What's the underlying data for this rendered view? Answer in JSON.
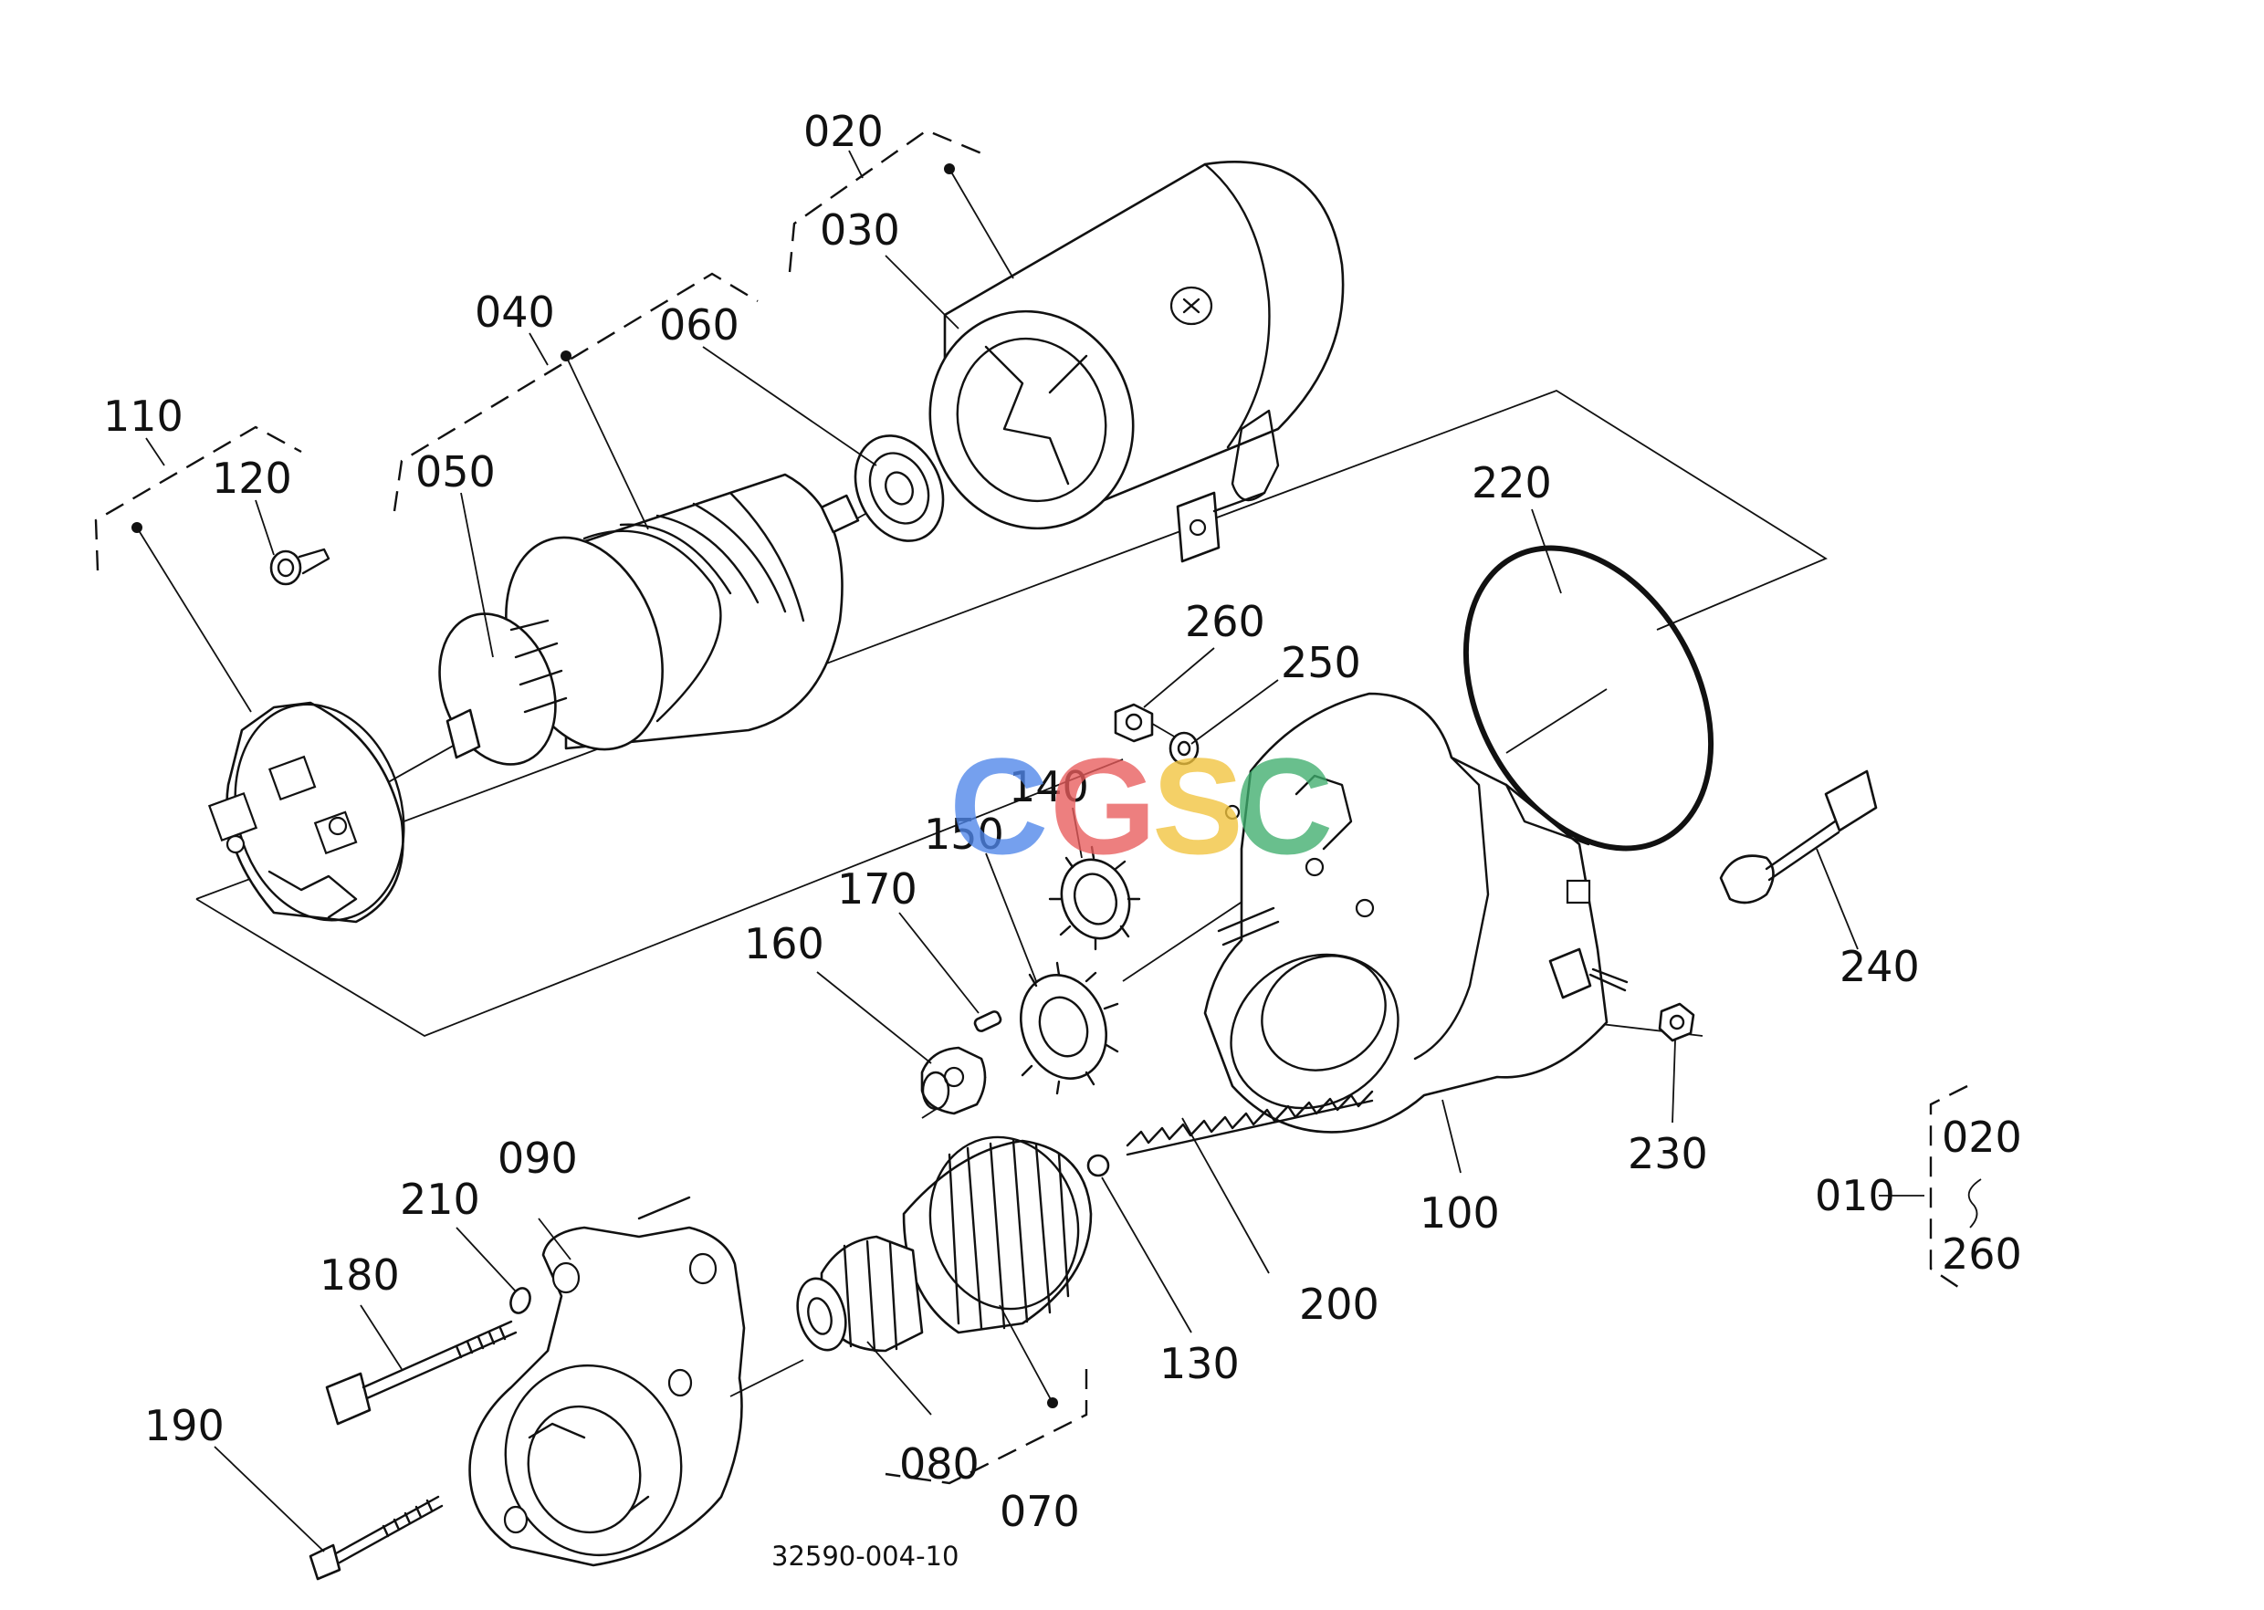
{
  "labels": {
    "p010": "010",
    "p020": "020",
    "p030": "030",
    "p040": "040",
    "p050": "050",
    "p060": "060",
    "p070": "070",
    "p080": "080",
    "p090": "090",
    "p100": "100",
    "p110": "110",
    "p120": "120",
    "p130": "130",
    "p140": "140",
    "p150": "150",
    "p160": "160",
    "p170": "170",
    "p180": "180",
    "p190": "190",
    "p200": "200",
    "p210": "210",
    "p220": "220",
    "p230": "230",
    "p240": "240",
    "p250": "250",
    "p260": "260",
    "range_from": "020",
    "range_to": "260"
  },
  "drawing_code": "32590-004-10",
  "watermark": {
    "letters": [
      "C",
      "G",
      "S",
      "C"
    ],
    "colors": [
      "#4f86ea",
      "#e85c5c",
      "#f2c43d",
      "#3fae6e"
    ]
  }
}
